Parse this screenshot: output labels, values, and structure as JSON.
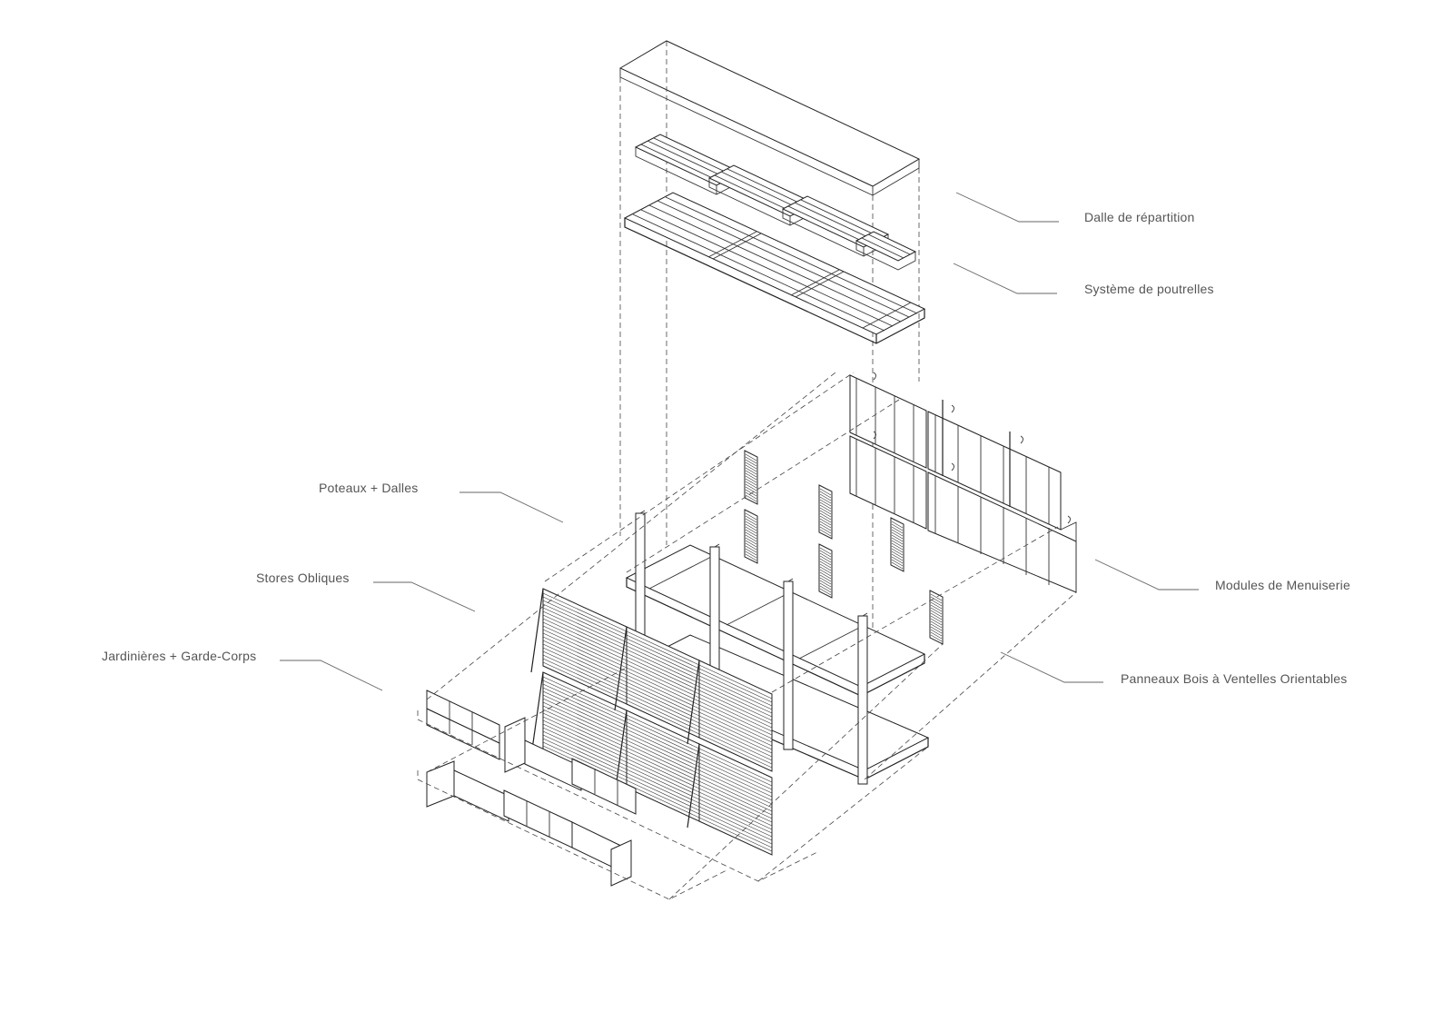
{
  "labels": {
    "dalle": "Dalle de répartition",
    "poutrelles": "Système de poutrelles",
    "poteaux": "Poteaux + Dalles",
    "stores": "Stores Obliques",
    "jardinieres": "Jardinières + Garde-Corps",
    "menuiserie": "Modules de Menuiserie",
    "panneaux": "Panneaux Bois à Ventelles Orientables"
  },
  "colors": {
    "line": "#222222",
    "label": "#555555",
    "background": "#ffffff"
  }
}
